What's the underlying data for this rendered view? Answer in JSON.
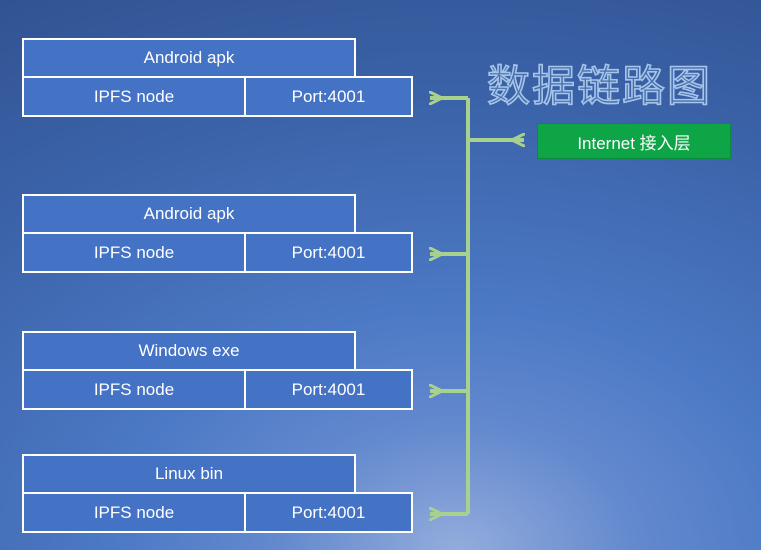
{
  "title": "数据链路图",
  "access_layer": {
    "label": "Internet 接入层"
  },
  "nodes": [
    {
      "app": "Android apk",
      "ipfs": "IPFS node",
      "port": "Port:4001"
    },
    {
      "app": "Android apk",
      "ipfs": "IPFS node",
      "port": "Port:4001"
    },
    {
      "app": "Windows exe",
      "ipfs": "IPFS node",
      "port": "Port:4001"
    },
    {
      "app": "Linux bin",
      "ipfs": "IPFS node",
      "port": "Port:4001"
    }
  ],
  "colors": {
    "box_fill": "#4472C4",
    "box_border": "#FFFFFF",
    "access_fill": "#0DA546",
    "access_border": "#0A8A3C",
    "arrow": "#A9D18E",
    "title_color": "#A6C5E8",
    "text": "#FFFFFF"
  }
}
